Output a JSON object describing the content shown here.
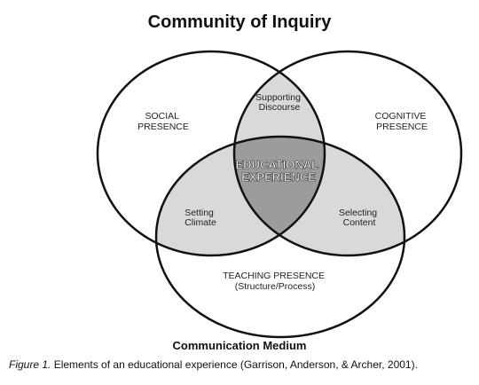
{
  "title": "Community of Inquiry",
  "circles": {
    "social": [
      "SOCIAL",
      "PRESENCE"
    ],
    "cognitive": [
      "COGNITIVE",
      "PRESENCE"
    ],
    "teaching": [
      "TEACHING PRESENCE",
      "(Structure/Process)"
    ]
  },
  "overlaps": {
    "supporting_discourse": [
      "Supporting",
      "Discourse"
    ],
    "setting_climate": [
      "Setting",
      "Climate"
    ],
    "selecting_content": [
      "Selecting",
      "Content"
    ]
  },
  "center": [
    "EDUCATIONAL",
    "EXPERIENCE"
  ],
  "medium": "Communication Medium",
  "caption": {
    "figure_label": "Figure 1.",
    "text": " Elements of an educational experience (Garrison, Anderson, & Archer, 2001)."
  },
  "colors": {
    "pair_overlap": "#d9d9d9",
    "center": "#9c9c9c",
    "stroke": "#111111"
  }
}
